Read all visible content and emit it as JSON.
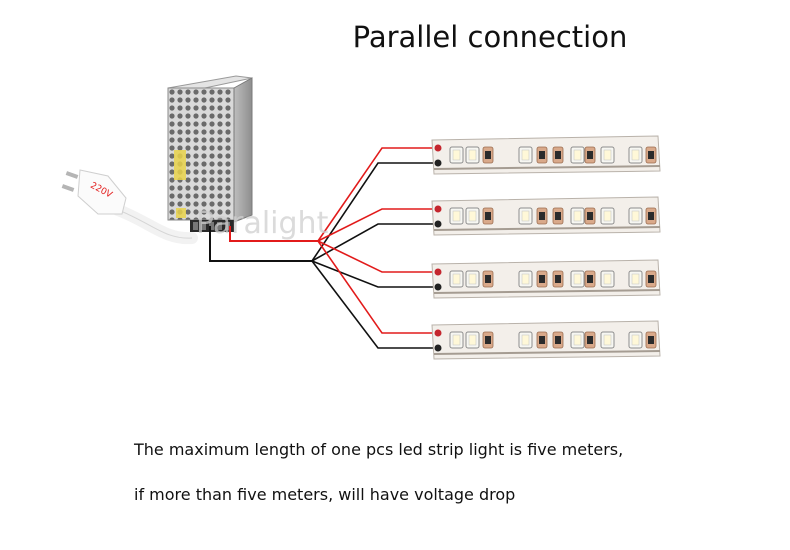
{
  "title": "Parallel connection",
  "watermark": "Paralight",
  "plug_label": "220V",
  "notes": [
    "The maximum length of one pcs led strip light is  five meters,",
    "if more than five  meters, will have voltage drop"
  ],
  "colors": {
    "positive_wire": "#e21b1b",
    "negative_wire": "#111111",
    "strip_body": "#f3efea",
    "led_chip": "#f7f7f2",
    "resistor": "#d9a98a"
  },
  "strips": [
    {
      "id": 1
    },
    {
      "id": 2
    },
    {
      "id": 3
    },
    {
      "id": 4
    }
  ]
}
